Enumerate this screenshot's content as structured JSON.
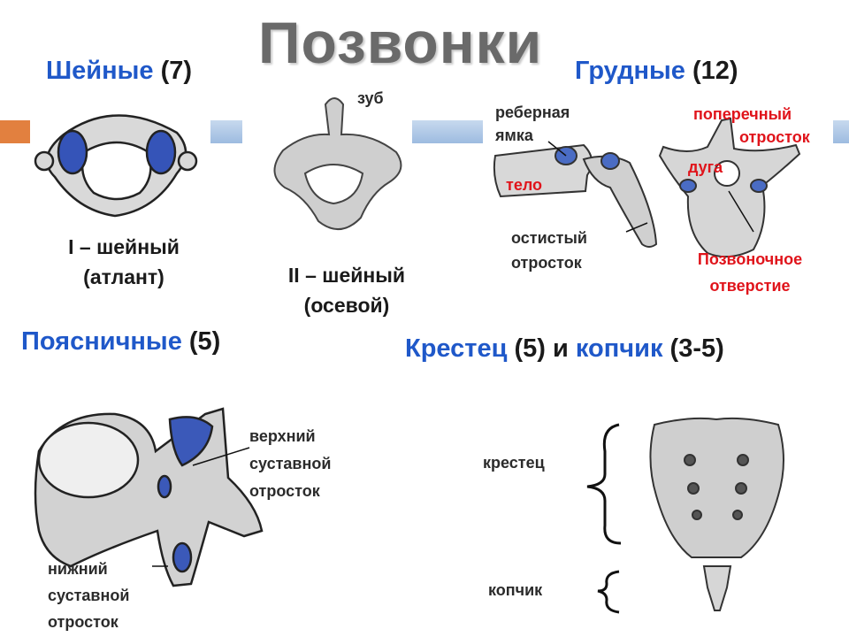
{
  "title": "Позвонки",
  "sections": {
    "cervical": {
      "name": "Шейные",
      "count": "(7)"
    },
    "thoracic": {
      "name": "Грудные",
      "count": "(12)"
    },
    "lumbar": {
      "name": "Поясничные",
      "count": "(5)"
    },
    "sacrum": {
      "name": "Крестец",
      "count": "(5)",
      "conj": "и",
      "name2": "копчик",
      "count2": "(3-5)"
    }
  },
  "captions": {
    "atlas_line1": "I – шейный",
    "atlas_line2": "(атлант)",
    "axis_line1": "II – шейный",
    "axis_line2": "(осевой)"
  },
  "labels": {
    "tooth": "зуб",
    "rib_fossa_1": "реберная",
    "rib_fossa_2": "ямка",
    "body": "тело",
    "transverse_1": "поперечный",
    "transverse_2": "отросток",
    "arch": "дуга",
    "spinous_1": "остистый",
    "spinous_2": "отросток",
    "foramen_1": "Позвоночное",
    "foramen_2": "отверстие",
    "upper_art_1": "верхний",
    "upper_art_2": "суставной",
    "upper_art_3": "отросток",
    "lower_art_1": "нижний",
    "lower_art_2": "суставной",
    "lower_art_3": "отросток",
    "sacrum": "крестец",
    "coccyx": "копчик"
  },
  "colors": {
    "heading_blue": "#1f58c9",
    "label_red": "#e0141b",
    "bar_orange": "#e2803f",
    "bar_blue": "#a9c4e4",
    "bone_gray": "#d6d6d6",
    "joint_blue": "#2f4fb8"
  }
}
